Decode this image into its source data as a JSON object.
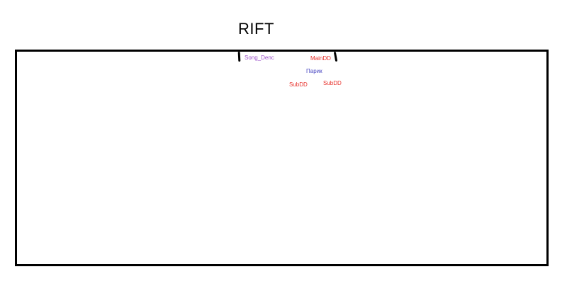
{
  "title": "RIFT",
  "labels": {
    "song": {
      "text": "Song_Denc",
      "color": "#9b4fc9"
    },
    "main": {
      "text": "MainDD",
      "color": "#e8312b"
    },
    "parik": {
      "text": "Парик",
      "color": "#4a48c2"
    },
    "sub_left": {
      "text": "SubDD",
      "color": "#e8312b"
    },
    "sub_right": {
      "text": "SubDD",
      "color": "#e8312b"
    }
  }
}
